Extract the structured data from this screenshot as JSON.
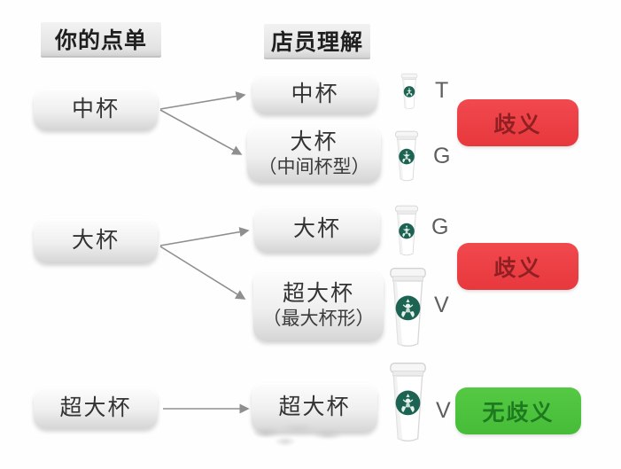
{
  "headers": {
    "your_order": "你的点单",
    "staff_understanding": "店员理解"
  },
  "rows": [
    {
      "order": "中杯",
      "interpretations": [
        {
          "label": "中杯",
          "sub": "",
          "cup_size": "tall",
          "size_letter": "T"
        },
        {
          "label": "大杯",
          "sub": "（中间杯型）",
          "cup_size": "grande",
          "size_letter": "G"
        }
      ],
      "badge": {
        "label": "歧义",
        "status": "ambiguous"
      }
    },
    {
      "order": "大杯",
      "interpretations": [
        {
          "label": "大杯",
          "sub": "",
          "cup_size": "grande",
          "size_letter": "G"
        },
        {
          "label": "超大杯",
          "sub": "（最大杯形）",
          "cup_size": "venti",
          "size_letter": "V"
        }
      ],
      "badge": {
        "label": "歧义",
        "status": "ambiguous"
      }
    },
    {
      "order": "超大杯",
      "interpretations": [
        {
          "label": "超大杯",
          "sub": "",
          "cup_size": "venti",
          "size_letter": "V"
        }
      ],
      "badge": {
        "label": "无歧义",
        "status": "clear"
      }
    }
  ],
  "colors": {
    "ambiguous_badge_bg": "#ee3e43",
    "ambiguous_badge_text": "#8e1f22",
    "clear_badge_bg": "#4ec23f",
    "clear_badge_text": "#1d7a1f",
    "cup_logo_green": "#1d6353",
    "arrow_gray": "#8f8f8f"
  }
}
